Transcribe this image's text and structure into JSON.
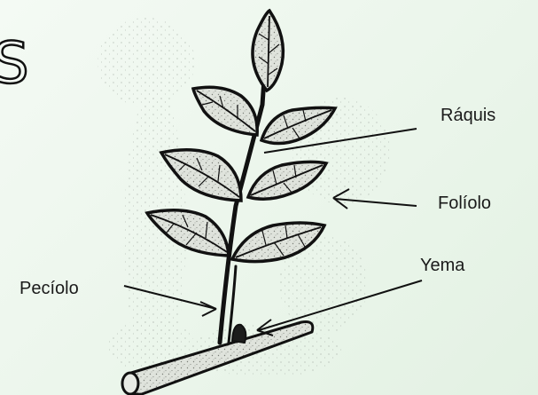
{
  "heading_fragment": "S",
  "labels": {
    "raquis": "Ráquis",
    "foliolo": "Folíolo",
    "yema": "Yema",
    "peciolo": "Pecíolo"
  },
  "colors": {
    "background": "#eaf5ea",
    "ink": "#111111",
    "leaf_fill": "#d9ddd6"
  }
}
